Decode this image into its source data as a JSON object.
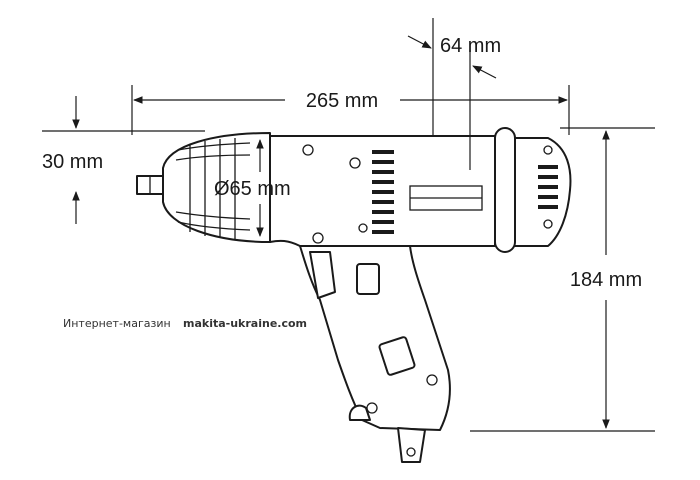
{
  "dimensions": {
    "length": "265 mm",
    "back_offset": "64 mm",
    "anvil_offset": "30 mm",
    "hammer_case_diameter": "Ø65 mm",
    "height": "184 mm"
  },
  "watermark": {
    "prefix": "Интернет-магазин",
    "site": "makita-ukraine.com"
  },
  "colors": {
    "line": "#1a1a1a",
    "background": "#ffffff"
  }
}
